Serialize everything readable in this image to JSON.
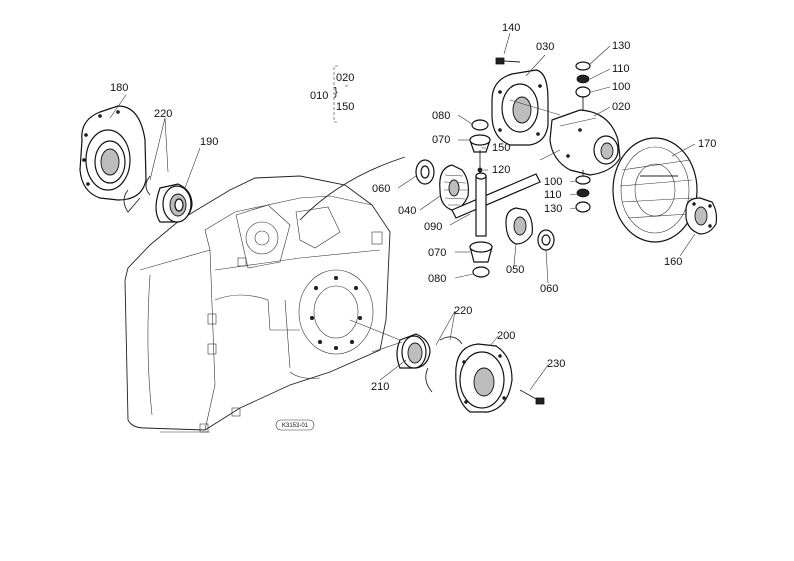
{
  "callouts": {
    "p010": "010",
    "p020a": "020",
    "p150a": "150",
    "p140": "140",
    "p030": "030",
    "p130a": "130",
    "p110a": "110",
    "p100a": "100",
    "p020b": "020",
    "p080a": "080",
    "p070a": "070",
    "p150b": "150",
    "p120": "120",
    "p170": "170",
    "p060a": "060",
    "p040": "040",
    "p100b": "100",
    "p110b": "110",
    "p130b": "130",
    "p090": "090",
    "p070b": "070",
    "p080b": "080",
    "p050": "050",
    "p060b": "060",
    "p160": "160",
    "p180": "180",
    "p220a": "220",
    "p190": "190",
    "p220b": "220",
    "p200": "200",
    "p210": "210",
    "p230": "230"
  },
  "ref_code": "K3153-01",
  "brace_symbol": "}"
}
